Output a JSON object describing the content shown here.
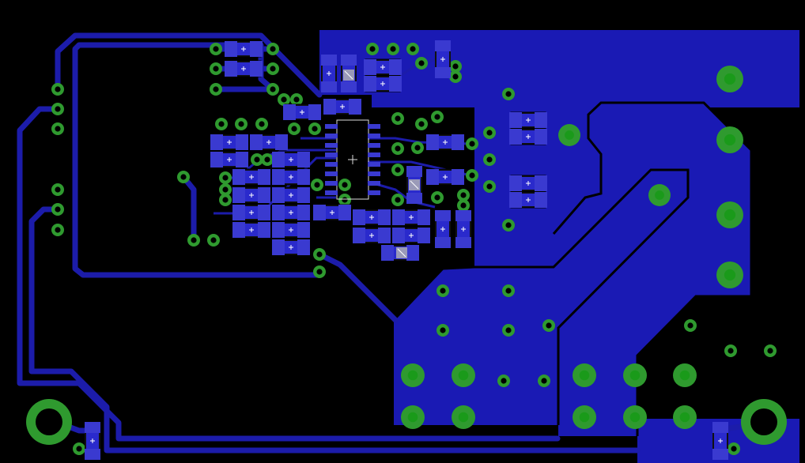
{
  "view": {
    "title": "",
    "background_color": "#000000",
    "copper_color": "#1a1ab4",
    "trace_color": "#1c1caa",
    "outline_color": "#000000",
    "pad_ring_color": "#2f9a2f",
    "pad_hole_color": "#1a1ab4",
    "smd_pad_color": "#3a3ad0",
    "smd_body_color": "#d6d6d6",
    "marker_color": "#ffffff"
  },
  "layers": {
    "copper_pour": "copper-pour",
    "traces": "traces",
    "through_hole_pads": "through-hole-pads",
    "vias": "vias",
    "smd_components": "smd-components"
  },
  "components": {
    "mounting_holes": 2,
    "large_pads": 16,
    "smd_footprints": 38,
    "ic_count": 1
  }
}
